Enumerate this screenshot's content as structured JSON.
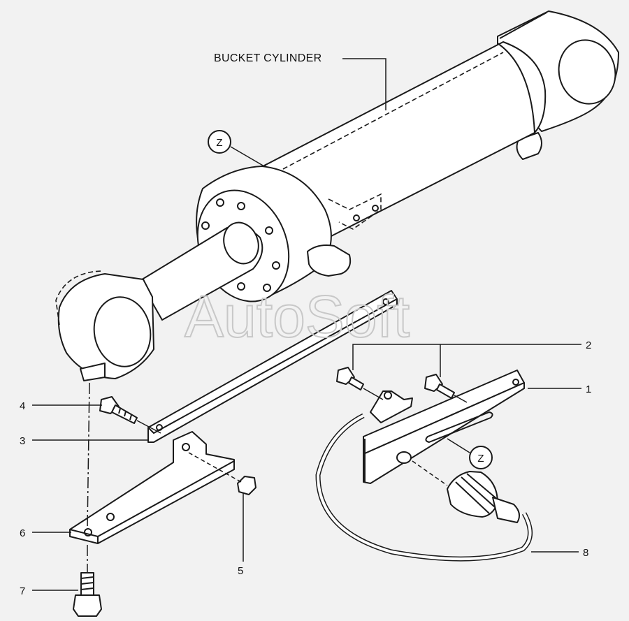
{
  "diagram": {
    "title_label": "BUCKET CYLINDER",
    "detail_marker": "Z",
    "watermark": "AutoSoft",
    "callouts": [
      "1",
      "2",
      "3",
      "4",
      "5",
      "6",
      "7",
      "8"
    ]
  }
}
